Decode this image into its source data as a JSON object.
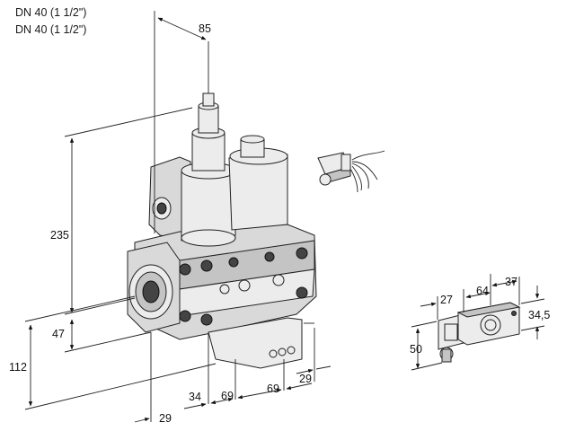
{
  "header": {
    "line1": "DN 40 (1 1/2\")",
    "line2": "DN 40 (1 1/2\")"
  },
  "dimensions": {
    "top_width": "85",
    "overall_height": "235",
    "axis_height": "47",
    "base_height": "112",
    "offset_front": "29",
    "offset_rear": "29",
    "spacing_a": "34",
    "spacing_b": "69",
    "spacing_c": "69"
  },
  "detail_dimensions": {
    "width_27": "27",
    "width_64": "64",
    "width_37": "37",
    "height_34_5": "34,5",
    "height_50": "50"
  },
  "colors": {
    "body": "#d9d9d9",
    "line": "#222222",
    "dark": "#444444"
  }
}
